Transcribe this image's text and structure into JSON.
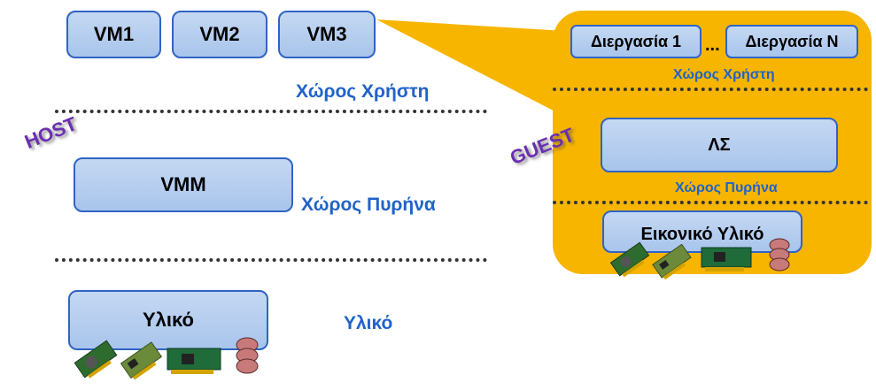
{
  "host": {
    "label": "HOST",
    "vms": [
      "VM1",
      "VM2",
      "VM3"
    ],
    "vmm": "VMM",
    "hardware": "Υλικό",
    "user_space_label": "Χώρος Χρήστη",
    "kernel_space_label": "Χώρος Πυρήνα",
    "hardware_label": "Υλικό"
  },
  "guest": {
    "label": "GUEST",
    "process_1": "Διεργασία 1",
    "ellipsis": "...",
    "process_n": "Διεργασία N",
    "user_space_label": "Χώρος Χρήστη",
    "os": "ΛΣ",
    "kernel_space_label": "Χώρος Πυρήνα",
    "virtual_hardware": "Εικονικό Υλικό"
  },
  "colors": {
    "box_fill": "#b4cdee",
    "box_border": "#2f64c4",
    "label_blue": "#1f63c9",
    "guest_panel": "#f7b500",
    "tilted_label": "#6b2fb0"
  },
  "icons": [
    "graphics-card-icon",
    "network-card-icon",
    "pcie-card-icon",
    "disk-stack-icon"
  ]
}
